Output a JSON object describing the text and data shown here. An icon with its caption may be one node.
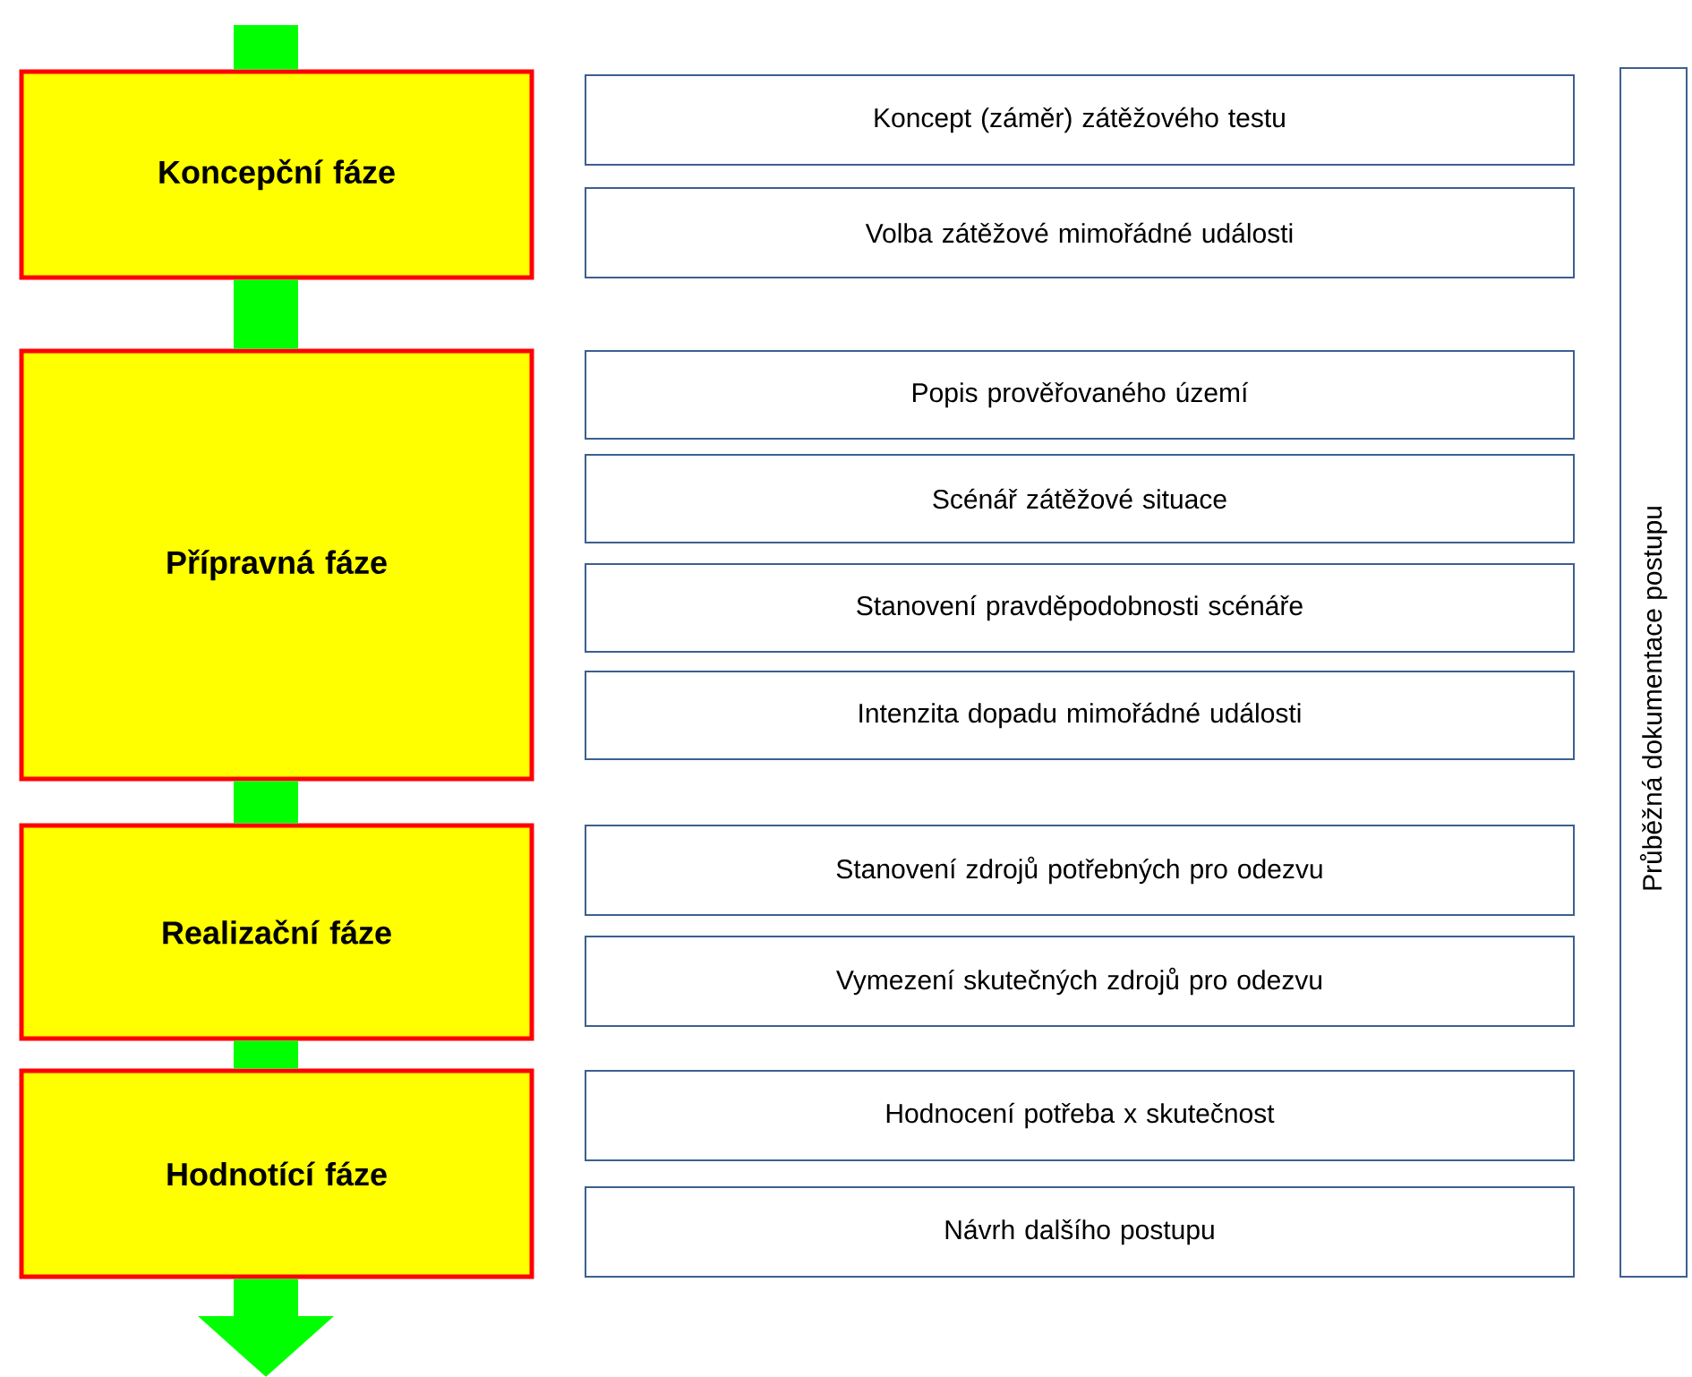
{
  "diagram": {
    "nodes": [
      {
        "text": [
          "Koncepční fáze"
        ]
      },
      {
        "text": [
          "Přípravná fáze"
        ]
      },
      {
        "text": [
          "Realizační fáze"
        ]
      },
      {
        "text": [
          "Hodnotící fáze"
        ]
      },
      {
        "text": [
          "Koncept  (záměr) zátěžového testu"
        ]
      },
      {
        "text": [
          "Volba zátěžové mimořádné události"
        ]
      },
      {
        "text": [
          "Popis prověřovaného území"
        ]
      },
      {
        "text": [
          "Scénář zátěžové situace"
        ]
      },
      {
        "text": [
          "Stanovení pravděpodobnosti scénáře"
        ]
      },
      {
        "text": [
          "Intenzita dopadu mimořádné události"
        ]
      },
      {
        "text": [
          "Stanovení zdrojů potřebných pro odezvu"
        ]
      },
      {
        "text": [
          "Vymezení skutečných  zdrojů pro odezvu"
        ]
      },
      {
        "text": [
          "Hodnocení  potřeba x skutečnost"
        ]
      },
      {
        "text": [
          "Návrh dalšího postupu"
        ]
      },
      {
        "text": [
          "Průběžná dokumentace postupu"
        ]
      }
    ],
    "edges": [
      {
        "from": null,
        "to": 0,
        "arrow": "none",
        "color": "#00ff00"
      },
      {
        "from": 0,
        "to": 1,
        "arrow": "none",
        "color": "#00ff00"
      },
      {
        "from": 1,
        "to": 2,
        "arrow": "none",
        "color": "#00ff00"
      },
      {
        "from": 2,
        "to": 3,
        "arrow": "none",
        "color": "#00ff00"
      },
      {
        "from": 3,
        "to": null,
        "arrow": "to",
        "color": "#00ff00"
      }
    ]
  }
}
